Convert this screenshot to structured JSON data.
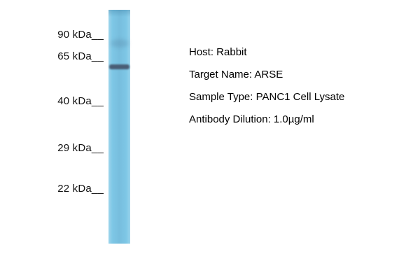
{
  "figure": {
    "type": "western-blot",
    "markers": [
      {
        "label": "90 kDa__"
      },
      {
        "label": "65 kDa__"
      },
      {
        "label": "40 kDa__"
      },
      {
        "label": "29 kDa__"
      },
      {
        "label": "22 kDa__"
      }
    ],
    "lane_color": "#7ec7e6",
    "band_color": "#44536a",
    "annotations": {
      "host": "Host: Rabbit",
      "target": "Target Name: ARSE",
      "sample": "Sample Type: PANC1 Cell Lysate",
      "dilution": "Antibody Dilution: 1.0µg/ml"
    }
  }
}
